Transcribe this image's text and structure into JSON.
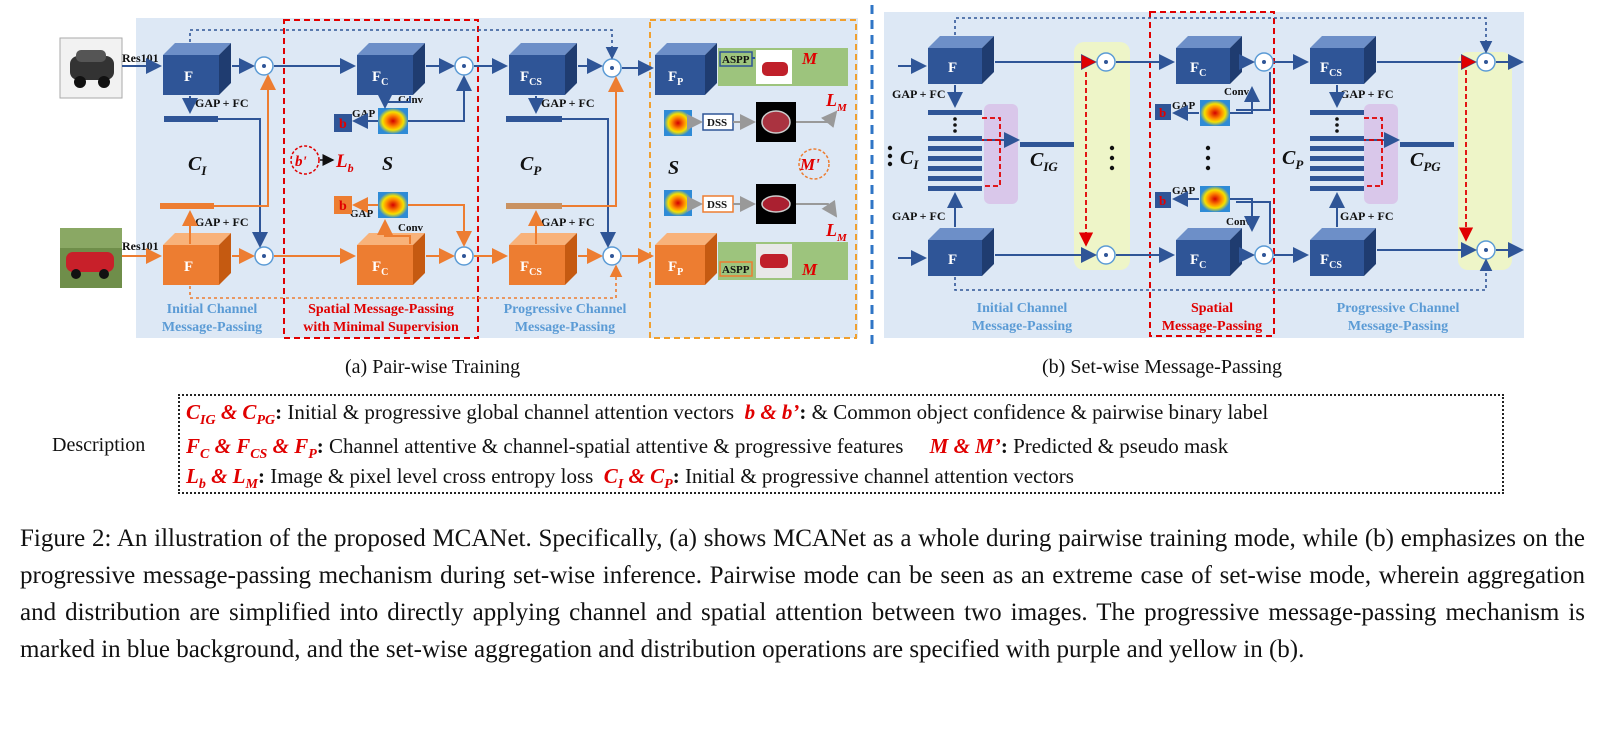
{
  "panel_a": {
    "caption": "(a) Pair-wise Training",
    "backbone_top": "Res101",
    "backbone_bottom": "Res101",
    "feat_f": "F",
    "gap_fc": "GAP + FC",
    "gap": "GAP",
    "conv": "Conv",
    "ci": "C",
    "ci_sub": "I",
    "s": "S",
    "cp": "C",
    "cp_sub": "P",
    "b": "b",
    "b_prime": "b'",
    "lb": "L",
    "lb_sub": "b",
    "lm": "L",
    "lm_sub": "M",
    "m": "M",
    "m_prime": "M'",
    "aspp": "ASPP",
    "dss": "DSS",
    "fc": "F",
    "fc_sub": "C",
    "fcs": "F",
    "fcs_sub": "CS",
    "fp": "F",
    "fp_sub": "P",
    "section1_line1": "Initial Channel",
    "section1_line2": "Message-Passing",
    "section2_line1": "Spatial Message-Passing",
    "section2_line2": "with Minimal Supervision",
    "section3_line1": "Progressive Channel",
    "section3_line2": "Message-Passing"
  },
  "panel_b": {
    "caption": "(b) Set-wise Message-Passing",
    "feat_f": "F",
    "gap_fc": "GAP + FC",
    "gap": "GAP",
    "conv": "Conv",
    "ci": "C",
    "ci_sub": "I",
    "cig": "C",
    "cig_sub": "IG",
    "cp": "C",
    "cp_sub": "P",
    "cpg": "C",
    "cpg_sub": "PG",
    "b": "b",
    "fc": "F",
    "fc_sub": "C",
    "fcs": "F",
    "fcs_sub": "CS",
    "section1_line1": "Initial Channel",
    "section1_line2": "Message-Passing",
    "section2_line1": "Spatial",
    "section2_line2": "Message-Passing",
    "section3_line1": "Progressive Channel",
    "section3_line2": "Message-Passing"
  },
  "description": {
    "label": "Description",
    "line1": {
      "sym1": "C",
      "sym1_sub": "IG",
      "amp1": " & ",
      "sym2": "C",
      "sym2_sub": "PG",
      "text1": "Initial & progressive global channel attention vectors",
      "sym3": "b & b’",
      "text2": "& Common object confidence & pairwise binary label"
    },
    "line2": {
      "sym1": "F",
      "sym1_sub": "C",
      "sym2": "F",
      "sym2_sub": "CS",
      "sym3": "F",
      "sym3_sub": "P",
      "amp": " & ",
      "text1": "Channel attentive & channel-spatial attentive & progressive features",
      "sym4": "M & M’",
      "text2": "Predicted & pseudo mask"
    },
    "line3": {
      "sym1": "L",
      "sym1_sub": "b",
      "sym2": "L",
      "sym2_sub": "M",
      "amp": " & ",
      "text1": "Image & pixel level cross entropy loss",
      "sym3": "C",
      "sym3_sub": "I",
      "sym4": "C",
      "sym4_sub": "P",
      "text2": "Initial & progressive channel attention vectors"
    }
  },
  "figure_caption": "Figure 2: An illustration of the proposed MCANet. Specifically, (a) shows MCANet as a whole during pairwise training mode, while (b) emphasizes on the progressive message-passing mechanism during set-wise inference. Pairwise mode can be seen as an extreme case of set-wise mode, wherein aggregation and distribution are simplified into directly applying channel and spatial attention between two images. The progressive message-passing mechanism is marked in blue background, and the set-wise aggregation and distribution operations are specified with purple and yellow in (b).",
  "colors": {
    "panel_bg": "#dde8f5",
    "blue_cube": "#2f5597",
    "orange_cube": "#ed7d31",
    "accent_red": "#e00000",
    "label_blue": "#5b9bd5",
    "purple_region": "#d9c7ea",
    "yellow_region": "#eef5c8",
    "green_result": "#9dc47d"
  }
}
